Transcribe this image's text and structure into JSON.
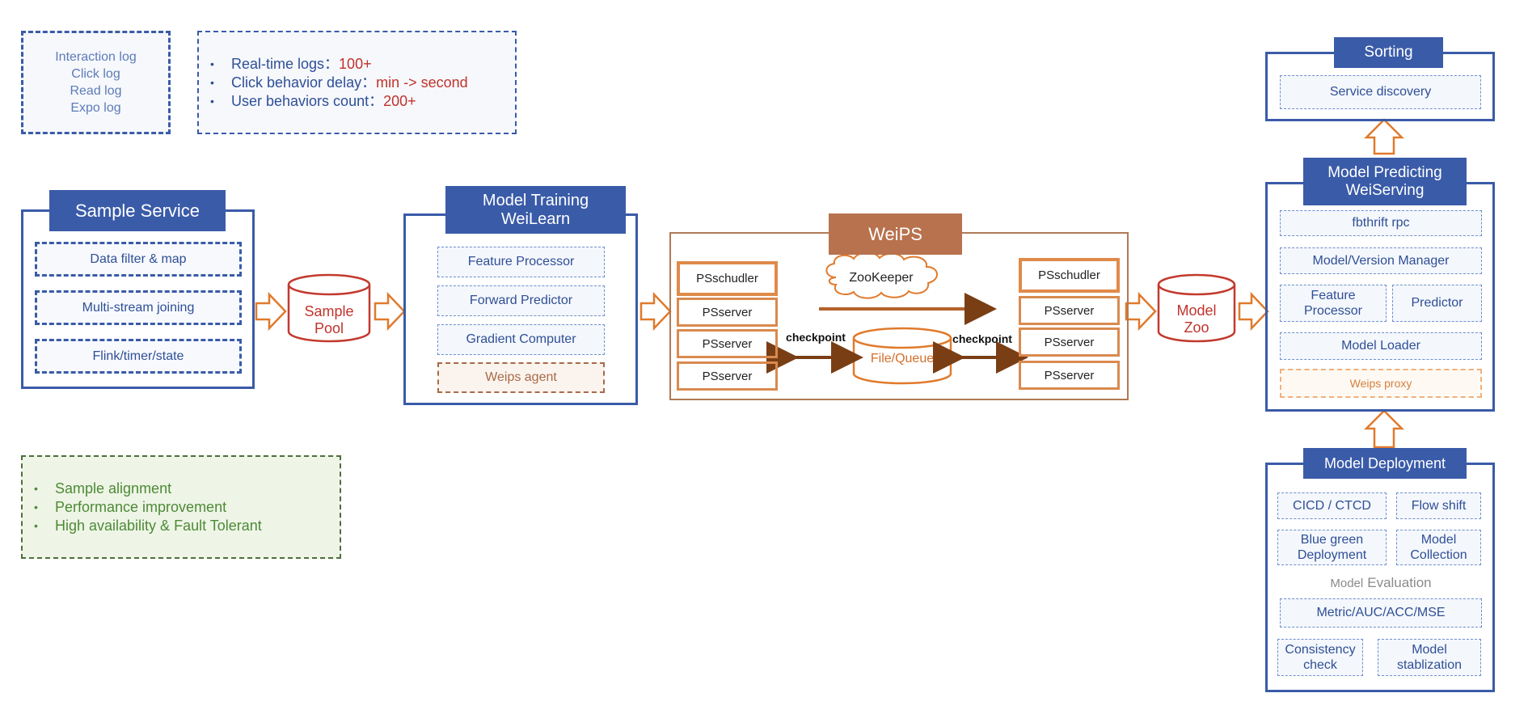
{
  "logs_box": {
    "lines": [
      "Interaction log",
      "Click log",
      "Read log",
      "Expo log"
    ]
  },
  "stats_box": {
    "items": [
      {
        "label": "Real-time logs：",
        "value": "100+"
      },
      {
        "label": "Click behavior delay：",
        "value": "min -> second"
      },
      {
        "label": "User behaviors count：",
        "value": "200+"
      }
    ]
  },
  "sample_service": {
    "title": "Sample Service",
    "items": [
      "Data filter & map",
      "Multi-stream joining",
      "Flink/timer/state"
    ]
  },
  "sample_pool": {
    "line1": "Sample",
    "line2": "Pool"
  },
  "model_training": {
    "title_line1": "Model Training",
    "title_line2": "WeiLearn",
    "items": [
      "Feature Processor",
      "Forward Predictor",
      "Gradient Computer"
    ],
    "agent": "Weips agent"
  },
  "weips": {
    "title": "WeiPS",
    "zookeeper": "ZooKeeper",
    "file_queue": "File/Queue",
    "checkpoint_left": "checkpoint",
    "checkpoint_right": "checkpoint",
    "left": {
      "scheduler": "PSschudler",
      "servers": [
        "PSserver",
        "PSserver",
        "PSserver"
      ]
    },
    "right": {
      "scheduler": "PSschudler",
      "servers": [
        "PSserver",
        "PSserver",
        "PSserver"
      ]
    }
  },
  "model_zoo": {
    "line1": "Model",
    "line2": "Zoo"
  },
  "sorting": {
    "title": "Sorting",
    "item": "Service discovery"
  },
  "model_predicting": {
    "title_line1": "Model Predicting",
    "title_line2": "WeiServing",
    "rpc": "fbthrift rpc",
    "version_manager": "Model/Version Manager",
    "feature_processor_line1": "Feature",
    "feature_processor_line2": "Processor",
    "predictor": "Predictor",
    "loader": "Model Loader",
    "proxy": "Weips proxy"
  },
  "model_deployment": {
    "title": "Model Deployment",
    "cicd": "CICD / CTCD",
    "flow_shift": "Flow shift",
    "blue_green_line1": "Blue green",
    "blue_green_line2": "Deployment",
    "collection_line1": "Model",
    "collection_line2": "Collection",
    "eval_prefix": "Model",
    "eval_suffix": "Evaluation",
    "metrics": "Metric/AUC/ACC/MSE",
    "consistency_line1": "Consistency",
    "consistency_line2": "check",
    "stablization_line1": "Model",
    "stablization_line2": "stablization"
  },
  "goals_box": {
    "items": [
      "Sample alignment",
      "Performance improvement",
      "High availability & Fault Tolerant"
    ]
  },
  "colors": {
    "blue": "#3a5ba8",
    "orange": "#d98a4f",
    "brown_arrow": "#7a3e14",
    "red_text": "#c0332b",
    "green_text": "#4d8a37",
    "green_bg": "#eef5e6"
  }
}
